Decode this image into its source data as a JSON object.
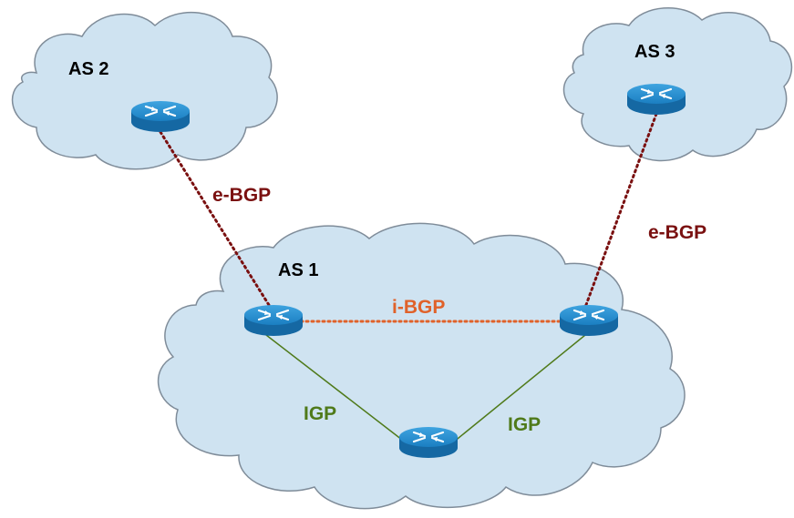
{
  "diagram": {
    "clouds": {
      "as1": {
        "label": "AS 1"
      },
      "as2": {
        "label": "AS 2"
      },
      "as3": {
        "label": "AS 3"
      }
    },
    "links": {
      "ebgp_as2": {
        "label": "e-BGP"
      },
      "ebgp_as3": {
        "label": "e-BGP"
      },
      "ibgp": {
        "label": "i-BGP"
      },
      "igp_left": {
        "label": "IGP"
      },
      "igp_right": {
        "label": "IGP"
      }
    },
    "colors": {
      "cloud_fill": "#cfe3f1",
      "cloud_stroke": "#7f8c99",
      "ebgp": "#7a1010",
      "ibgp": "#e0622a",
      "igp": "#4f7a1a",
      "router": "#1d87c9"
    },
    "routers": [
      "router-as2",
      "router-as3",
      "router-as1-left",
      "router-as1-right",
      "router-as1-bottom"
    ]
  }
}
